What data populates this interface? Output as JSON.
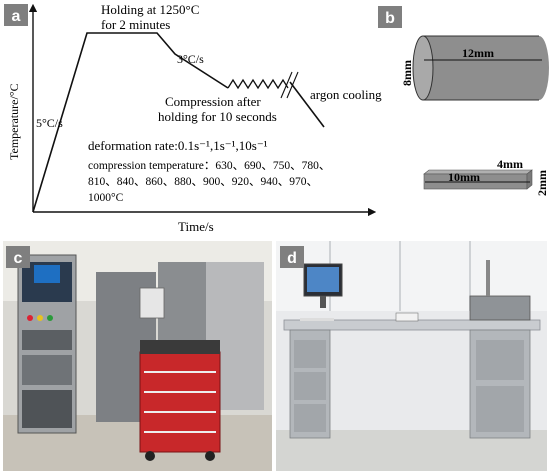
{
  "panels": {
    "a": {
      "label": "a",
      "y_axis": "Temperature/°C",
      "x_axis": "Time/s",
      "hold_line1": "Holding at 1250°C",
      "hold_line2": "for 2 minutes",
      "heat_rate": "5°C/s",
      "cool_rate": "3°C/s",
      "compress_line1": "Compression after",
      "compress_line2": "holding for 10 seconds",
      "argon": "argon cooling",
      "def_rate": "deformation rate:0.1s⁻¹,1s⁻¹,10s⁻¹",
      "comp_temp1": "compression temperature：630、690、750、780、",
      "comp_temp2": "810、840、860、880、900、920、940、970、",
      "comp_temp3": "1000°C"
    },
    "b": {
      "label": "b",
      "cyl_diameter": "8mm",
      "cyl_length": "12mm",
      "plate_length": "10mm",
      "plate_width": "4mm",
      "plate_thickness": "2mm"
    },
    "c": {
      "label": "c"
    },
    "d": {
      "label": "d"
    }
  },
  "colors": {
    "badge_bg": "#7f7f7f",
    "badge_text": "#ffffff",
    "specimen_fill": "#8e8e8e",
    "cabinet_red": "#c8282a",
    "rack_gray": "#9fa2a5",
    "desk_gray": "#c9ccd0"
  }
}
